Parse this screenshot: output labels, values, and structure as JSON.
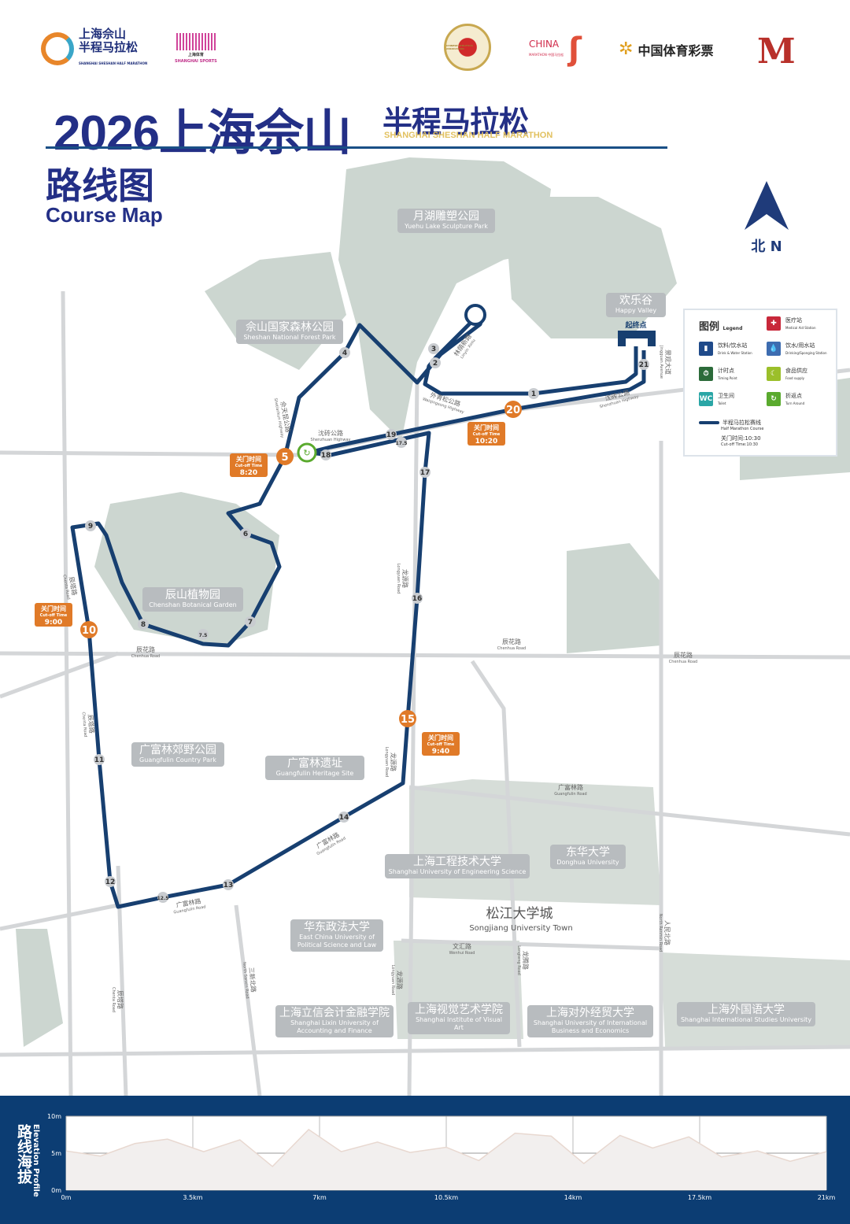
{
  "header": {
    "logos": {
      "event_cn_1": "上海佘山",
      "event_cn_2": "半程马拉松",
      "event_en": "SHANGHAI SHESHAN HALF MARATHON",
      "sports_cn": "上海体育",
      "sports_en": "SHANGHAI SPORTS",
      "caa": "CHINESE ATHLETICS ASSOCIATION",
      "china_marathon": "CHINA",
      "china_marathon_sub": "MARATHON 中国马拉松",
      "lottery": "中国体育彩票"
    },
    "title_year": "2026上海佘山",
    "title_rest": "半程马拉松",
    "title_en": "SHANGHAI SHESHAN HALF MARATHON",
    "map_title_cn": "路线图",
    "map_title_en": "Course Map",
    "north": "北 N"
  },
  "legend": {
    "title": "图例",
    "title_en": "Legend",
    "items": [
      {
        "cn": "医疗站",
        "en": "Medical Aid Station",
        "color": "#c8283a",
        "glyph": "✚"
      },
      {
        "cn": "饮料/饮水站",
        "en": "Drink & Water Station",
        "color": "#1f4a8a",
        "glyph": "▮"
      },
      {
        "cn": "饮水/用水站",
        "en": "Drinking/Sponging Station",
        "color": "#3d6cb0",
        "glyph": "💧"
      },
      {
        "cn": "计时点",
        "en": "Timing Point",
        "color": "#2c6b3a",
        "glyph": "⏱"
      },
      {
        "cn": "食品供应",
        "en": "Food supply",
        "color": "#9bbf2a",
        "glyph": "☾"
      },
      {
        "cn": "卫生间",
        "en": "Toilet",
        "color": "#2aa6a6",
        "glyph": "WC"
      },
      {
        "cn": "折返点",
        "en": "Turn Around",
        "color": "#5aaa2e",
        "glyph": "↻"
      }
    ],
    "course_cn": "半程马拉松赛线",
    "course_en": "Half Marathon Course",
    "cutoff_cn": "关门时间:10:30",
    "cutoff_en": "Cut-off Time:10:30"
  },
  "start_finish": "起终点",
  "km_markers": [
    "1",
    "2",
    "3",
    "4",
    "5",
    "6",
    "7",
    "7.5",
    "8",
    "9",
    "10",
    "11",
    "12",
    "12.5",
    "13",
    "14",
    "15",
    "16",
    "17",
    "17.5",
    "18",
    "19",
    "20",
    "21"
  ],
  "cutoffs": [
    {
      "km": "5",
      "cn": "关门时间",
      "en": "Cut-off Time",
      "time": "8:20"
    },
    {
      "km": "10",
      "cn": "关门时间",
      "en": "Cut-off Time",
      "time": "9:00"
    },
    {
      "km": "15",
      "cn": "关门时间",
      "en": "Cut-off Time",
      "time": "9:40"
    },
    {
      "km": "20",
      "cn": "关门时间",
      "en": "Cut-off Time",
      "time": "10:20"
    }
  ],
  "places": [
    {
      "cn": "月湖雕塑公园",
      "en": "Yuehu Lake Sculpture Park"
    },
    {
      "cn": "欢乐谷",
      "en": "Happy Valley"
    },
    {
      "cn": "佘山国家森林公园",
      "en": "Sheshan National Forest Park"
    },
    {
      "cn": "辰山植物园",
      "en": "Chenshan Botanical Garden"
    },
    {
      "cn": "广富林郊野公园",
      "en": "Guangfulin Country Park"
    },
    {
      "cn": "广富林遗址",
      "en": "Guangfulin Heritage Site"
    },
    {
      "cn": "上海工程技术大学",
      "en": "Shanghai University of Engineering Science"
    },
    {
      "cn": "东华大学",
      "en": "Donghua University"
    },
    {
      "cn": "华东政法大学",
      "en": "East China University of Political Science and Law"
    },
    {
      "cn": "上海立信会计金融学院",
      "en": "Shanghai Lixin University of Accounting and Finance"
    },
    {
      "cn": "上海视觉艺术学院",
      "en": "Shanghai Institute of Visual Art"
    },
    {
      "cn": "上海对外经贸大学",
      "en": "Shanghai University of International Business and Economics"
    },
    {
      "cn": "上海外国语大学",
      "en": "Shanghai International Studies University"
    }
  ],
  "district": {
    "cn": "松江大学城",
    "en": "Songjiang University Town"
  },
  "roads": [
    {
      "cn": "沈砖公路",
      "en": "Shenzhuan Highway"
    },
    {
      "cn": "沈砖公路",
      "en": "Shenzhuan Highway"
    },
    {
      "cn": "外青松公路",
      "en": "Waiqingsong Highway"
    },
    {
      "cn": "林荫新路",
      "en": "Linyin Xinlu"
    },
    {
      "cn": "佘天昆公路",
      "en": "Shetiankun Highway"
    },
    {
      "cn": "景观大道",
      "en": "Jingguan Avenue"
    },
    {
      "cn": "辰花路",
      "en": "Chenhua Road"
    },
    {
      "cn": "辰花路",
      "en": "Chenhua Road"
    },
    {
      "cn": "辰花路",
      "en": "Chenhua Road"
    },
    {
      "cn": "辰塔路",
      "en": "Chenta Road"
    },
    {
      "cn": "辰塔路",
      "en": "Chenta Road"
    },
    {
      "cn": "龙源路",
      "en": "Longyuan Road"
    },
    {
      "cn": "龙源路",
      "en": "Longyuan Road"
    },
    {
      "cn": "广富林路",
      "en": "Guangfulin Road"
    },
    {
      "cn": "广富林路",
      "en": "Guangfulin Road"
    },
    {
      "cn": "广富林路",
      "en": "Guangfulin Road"
    },
    {
      "cn": "文汇路",
      "en": "Wenhui Road"
    },
    {
      "cn": "三新北路",
      "en": "North Sanxin Road"
    },
    {
      "cn": "人民北路",
      "en": "North Renmin Road"
    },
    {
      "cn": "辰塔路",
      "en": "Chenta Road"
    },
    {
      "cn": "龙源路",
      "en": "Longyuan Road"
    },
    {
      "cn": "龙腾路",
      "en": "Longteng Road"
    }
  ],
  "elevation": {
    "title_cn": "路线海拔",
    "title_en": "Elevation Profile",
    "chart_data": {
      "type": "area",
      "xlabel": "km",
      "ylabel": "m",
      "xlim": [
        0,
        21
      ],
      "ylim": [
        0,
        10
      ],
      "x_ticks": [
        "0m",
        "3.5km",
        "7km",
        "10.5km",
        "14km",
        "17.5km",
        "21km"
      ],
      "y_ticks": [
        "0m",
        "5m",
        "10m"
      ],
      "x": [
        0,
        0.95,
        1.9,
        2.8,
        3.8,
        4.8,
        5.7,
        6.7,
        7.6,
        8.6,
        9.5,
        10.5,
        11.4,
        12.4,
        13.4,
        14.3,
        15.3,
        16.2,
        17.2,
        18.1,
        19.1,
        20.0,
        21
      ],
      "y": [
        5.3,
        4.6,
        6.3,
        6.9,
        5.2,
        6.8,
        3.2,
        8.2,
        5.2,
        6.5,
        5.1,
        5.8,
        4.0,
        7.7,
        7.3,
        3.6,
        7.4,
        5.7,
        7.2,
        4.5,
        5.3,
        3.9,
        5.2
      ]
    }
  }
}
